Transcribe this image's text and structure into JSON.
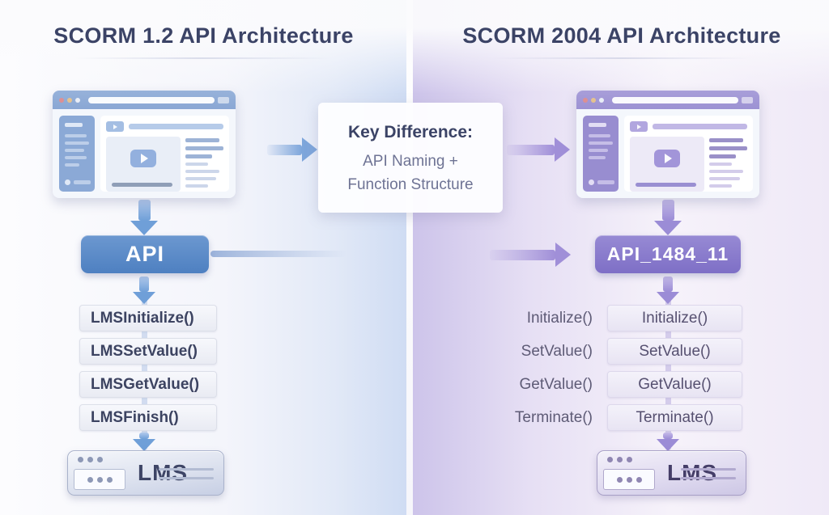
{
  "left": {
    "title": "SCORM 1.2 API Architecture",
    "api_label": "API",
    "functions": [
      "LMSInitialize()",
      "LMSSetValue()",
      "LMSGetValue()",
      "LMSFinish()"
    ],
    "lms_label": "LMS"
  },
  "right": {
    "title": "SCORM 2004 API Architecture",
    "api_label": "API_1484_11",
    "function_labels": [
      "Initialize()",
      "SetValue()",
      "GetValue()",
      "Terminate()"
    ],
    "functions": [
      "Initialize()",
      "SetValue()",
      "GetValue()",
      "Terminate()"
    ],
    "lms_label": "LMS"
  },
  "center": {
    "heading": "Key Difference:",
    "line1": "API Naming +",
    "line2": "Function Structure"
  },
  "colors": {
    "accent_blue": "#5b8cc8",
    "accent_purple": "#8f80d0",
    "title_text": "#3b4366",
    "body_text": "#6e7394"
  }
}
